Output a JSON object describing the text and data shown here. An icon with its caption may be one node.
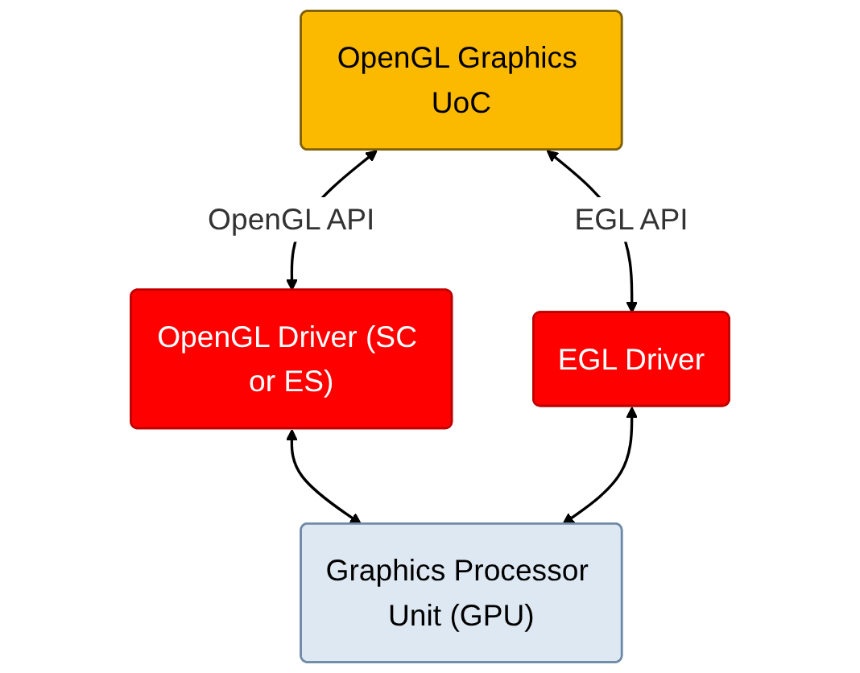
{
  "diagram": {
    "nodes": [
      {
        "text": [
          "OpenGL Graphics UoC"
        ]
      },
      {
        "text": [
          "OpenGL Driver (SC or ES)"
        ]
      },
      {
        "text": [
          "EGL Driver"
        ]
      },
      {
        "text": [
          "Graphics Processor Unit (GPU)"
        ]
      }
    ],
    "edges": [
      {
        "from": 0,
        "to": 1,
        "arrow": "both",
        "label": "OpenGL API"
      },
      {
        "from": 0,
        "to": 2,
        "arrow": "both",
        "label": "EGL API"
      },
      {
        "from": 1,
        "to": 3,
        "arrow": "both"
      },
      {
        "from": 2,
        "to": 3,
        "arrow": "both"
      }
    ]
  }
}
